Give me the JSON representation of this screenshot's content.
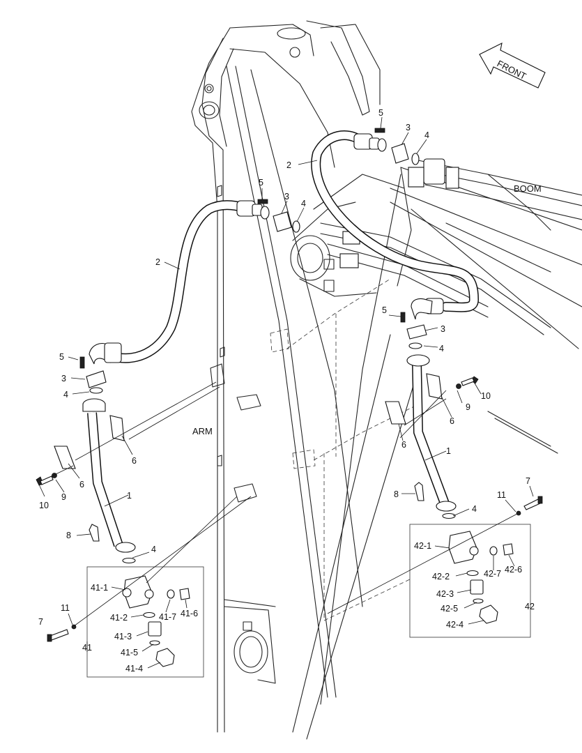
{
  "labels": {
    "front": "FRONT",
    "boom": "BOOM",
    "arm": "ARM",
    "p1": "1",
    "p2": "2",
    "p3": "3",
    "p4": "4",
    "p5": "5",
    "p6": "6",
    "p7": "7",
    "p8": "8",
    "p9": "9",
    "p10": "10",
    "p11": "11",
    "p41": "41",
    "p42": "42",
    "p41_1": "41-1",
    "p41_2": "41-2",
    "p41_3": "41-3",
    "p41_4": "41-4",
    "p41_5": "41-5",
    "p41_6": "41-6",
    "p41_7": "41-7",
    "p42_1": "42-1",
    "p42_2": "42-2",
    "p42_3": "42-3",
    "p42_4": "42-4",
    "p42_5": "42-5",
    "p42_6": "42-6",
    "p42_7": "42-7"
  }
}
